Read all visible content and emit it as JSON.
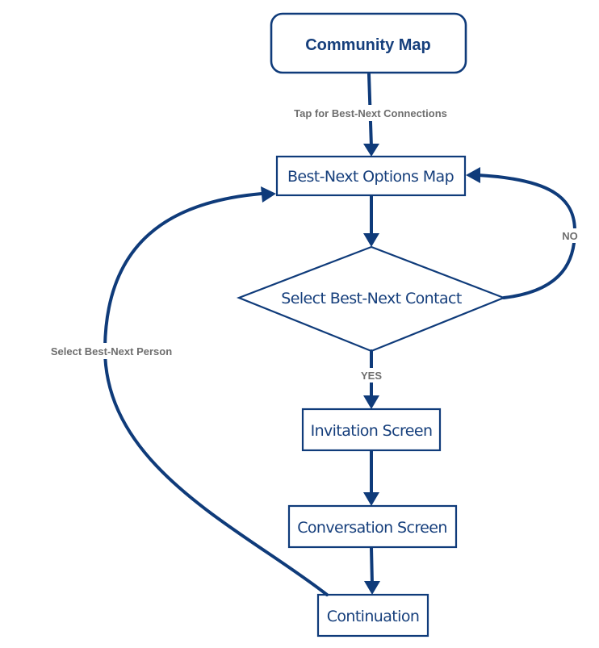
{
  "nodes": {
    "community_map": "Community Map",
    "best_next_options_map": "Best-Next Options Map",
    "select_best_next_contact": "Select Best-Next Contact",
    "invitation_screen": "Invitation Screen",
    "conversation_screen": "Conversation Screen",
    "continuation": "Continuation"
  },
  "edge_labels": {
    "tap": "Tap for Best-Next Connections",
    "no": "NO",
    "yes": "YES",
    "select_person": "Select Best-Next Person"
  },
  "colors": {
    "node_stroke": "#0f3b7a",
    "node_text": "#163f7c",
    "edge": "#0f3b7a",
    "edge_label": "#6e6e6e",
    "background": "#ffffff"
  }
}
